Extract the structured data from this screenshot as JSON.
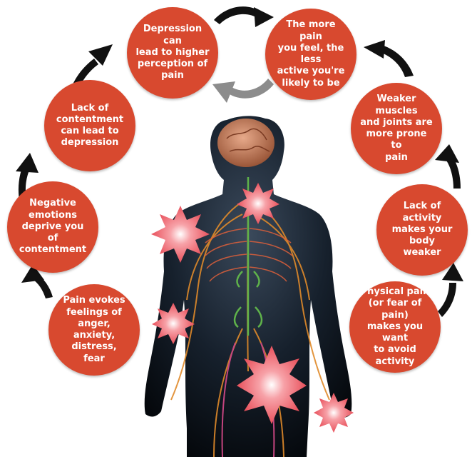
{
  "colors": {
    "circle": "#d8492f",
    "arrow": "#111111",
    "return_arrow": "#8c8c8c",
    "nerves": "#e08a2a",
    "spine_nerves": "#5fb24a",
    "brain": "#c9835e",
    "pain_star": "#e8505b"
  },
  "nodes": [
    {
      "id": "depression-perception",
      "text": "Depression can\nlead to higher\nperception of\npain"
    },
    {
      "id": "more-pain-less-active",
      "text": "The more pain\nyou feel, the less\nactive you're\nlikely to be"
    },
    {
      "id": "weaker-muscles",
      "text": "Weaker muscles\nand joints are\nmore prone to\npain"
    },
    {
      "id": "lack-of-activity",
      "text": "Lack of activity\nmakes your body\nweaker"
    },
    {
      "id": "physical-pain",
      "text": "Physical pain\n(or fear of pain)\nmakes you want\nto avoid activity"
    },
    {
      "id": "pain-evokes",
      "text": "Pain evokes\nfeelings of anger,\nanxiety, distress,\nfear"
    },
    {
      "id": "negative-emotions",
      "text": "Negative\nemotions\ndeprive you of\ncontentment"
    },
    {
      "id": "lack-of-contentment",
      "text": "Lack of\ncontentment\ncan lead to\ndepression"
    }
  ],
  "illustration": "human-nervous-system",
  "pain_points_count": 5
}
